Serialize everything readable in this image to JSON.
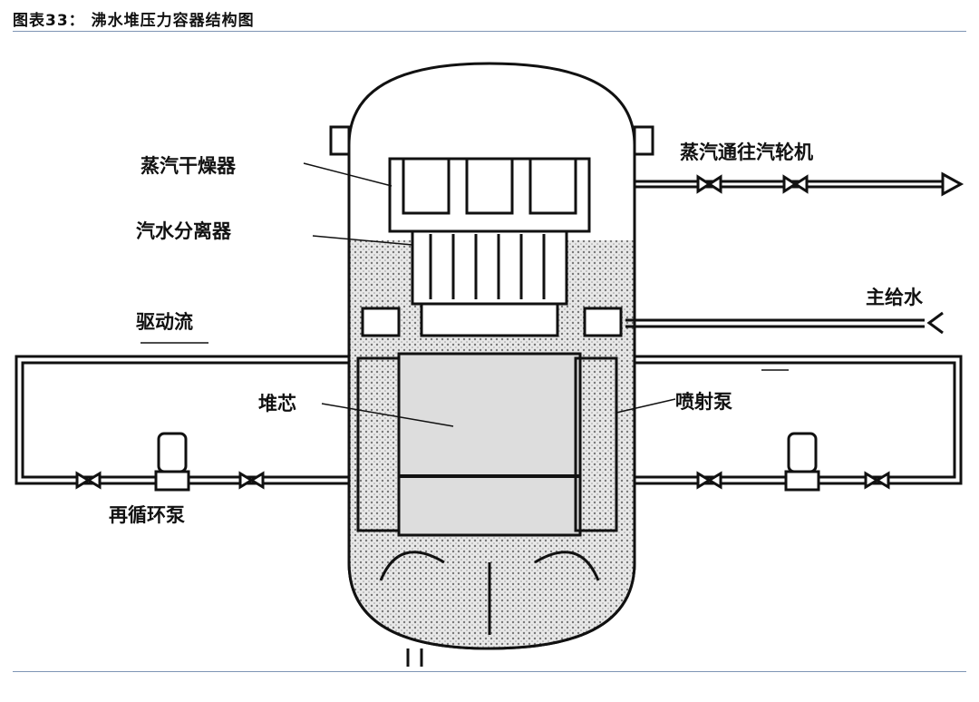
{
  "title": "图表33：  沸水堆压力容器结构图",
  "labels": {
    "steam_dryer": "蒸汽干燥器",
    "separator": "汽水分离器",
    "steam_to_turbine": "蒸汽通往汽轮机",
    "feedwater": "主给水",
    "drive_flow": "驱动流",
    "core": "堆芯",
    "jet_pump": "喷射泵",
    "recirc_pump": "再循环泵"
  }
}
